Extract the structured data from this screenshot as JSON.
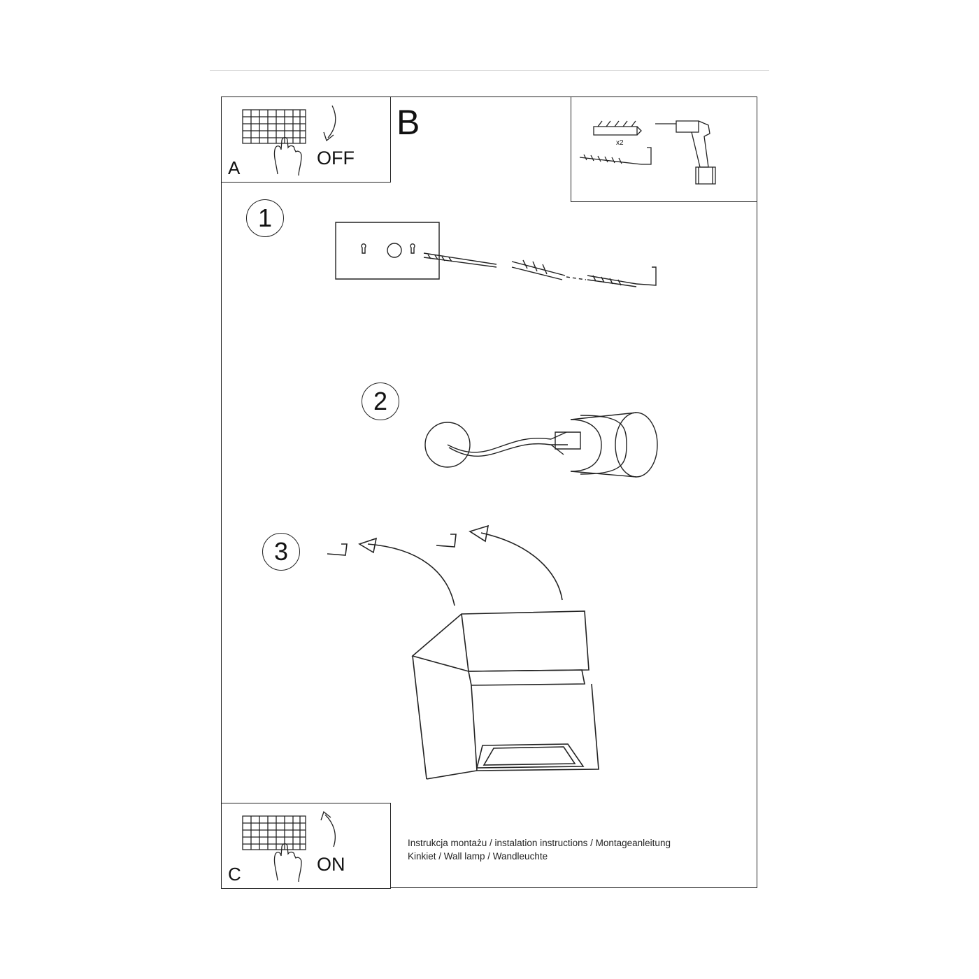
{
  "panel_a": {
    "letter": "A",
    "state": "OFF"
  },
  "panel_b": {
    "letter": "B",
    "quantity": "x2"
  },
  "steps": [
    "1",
    "2",
    "3"
  ],
  "panel_c": {
    "letter": "C",
    "state": "ON"
  },
  "caption": {
    "line1": "Instrukcja montażu / instalation instructions / Montageanleitung",
    "line2": "Kinkiet / Wall lamp / Wandleuchte"
  }
}
